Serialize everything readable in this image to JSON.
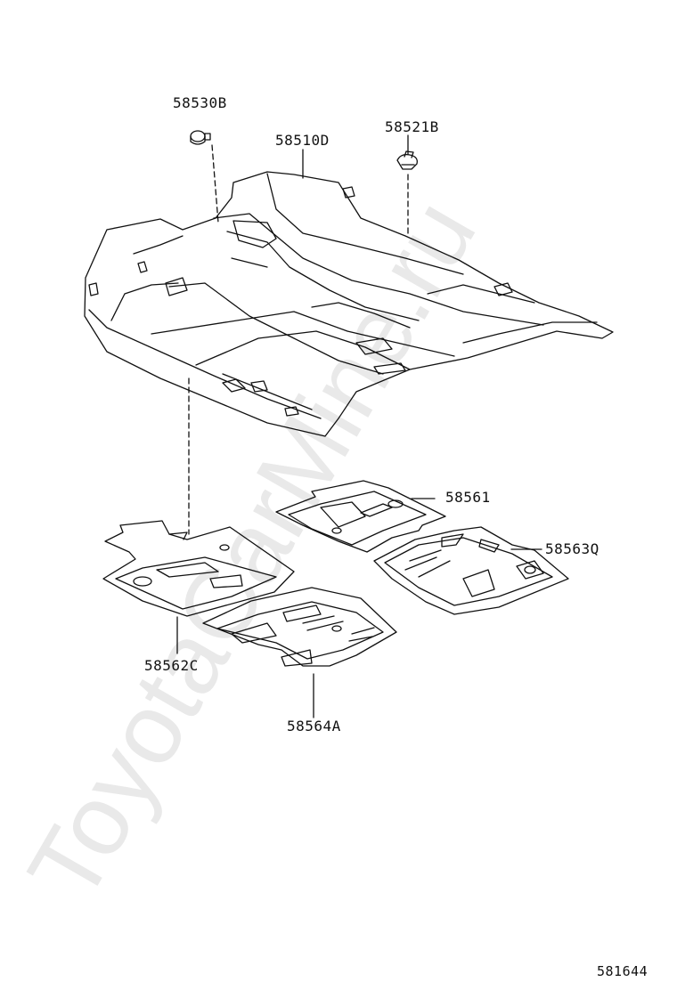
{
  "diagram": {
    "parts": {
      "clip_b": "58530B",
      "carpet": "58510D",
      "clip_a": "58521B",
      "mat_rear_right": "58561",
      "mat_front_right": "58563Q",
      "mat_rear_left": "58562C",
      "mat_front_left": "58564A"
    },
    "figure_number": "581644",
    "watermark": "ToyotaCarMine.ru"
  },
  "colors": {
    "line": "#111111",
    "watermark": "#e9e9e9"
  }
}
